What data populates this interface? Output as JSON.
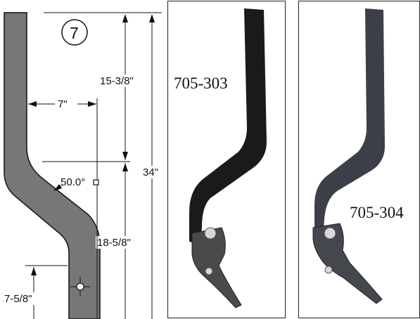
{
  "drawing": {
    "item_number": "7",
    "dimensions": {
      "upper_height": "15-3/8\"",
      "offset_width": "7\"",
      "bend_angle": "50.0°",
      "lower_height": "18-5/8\"",
      "total_height": "34\"",
      "hole_height": "7-5/8\""
    },
    "colors": {
      "shank_fill": "#777777",
      "line": "#111111"
    }
  },
  "photos": [
    {
      "part_number": "705-303"
    },
    {
      "part_number": "705-304"
    }
  ]
}
